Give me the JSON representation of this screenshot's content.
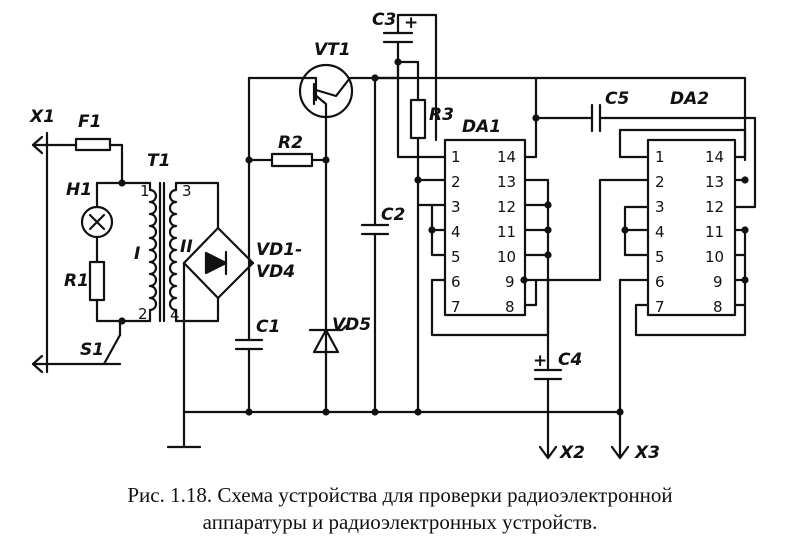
{
  "labels": {
    "x1": "X1",
    "f1": "F1",
    "h1": "H1",
    "r1": "R1",
    "s1": "S1",
    "t1": "T1",
    "winding_i": "I",
    "winding_ii": "II",
    "t1_pin1": "1",
    "t1_pin2": "2",
    "t1_pin3": "3",
    "t1_pin4": "4",
    "vd1_vd4": "VD1-",
    "vd4": "VD4",
    "c1": "C1",
    "r2": "R2",
    "vt1": "VT1",
    "vd5": "VD5",
    "c2": "C2",
    "c3": "C3",
    "r3": "R3",
    "da1": "DA1",
    "c5": "C5",
    "da2": "DA2",
    "c4": "C4",
    "x2": "X2",
    "x3": "X3",
    "plus_c3": "+",
    "plus_c4": "+"
  },
  "pins_left": [
    "1",
    "2",
    "3",
    "4",
    "5",
    "6",
    "7"
  ],
  "pins_right": [
    "14",
    "13",
    "12",
    "11",
    "10",
    "9",
    "8"
  ],
  "caption": {
    "line1": "Рис. 1.18. Схема устройства для проверки радиоэлектронной",
    "line2": "аппаратуры и радиоэлектронных устройств."
  }
}
